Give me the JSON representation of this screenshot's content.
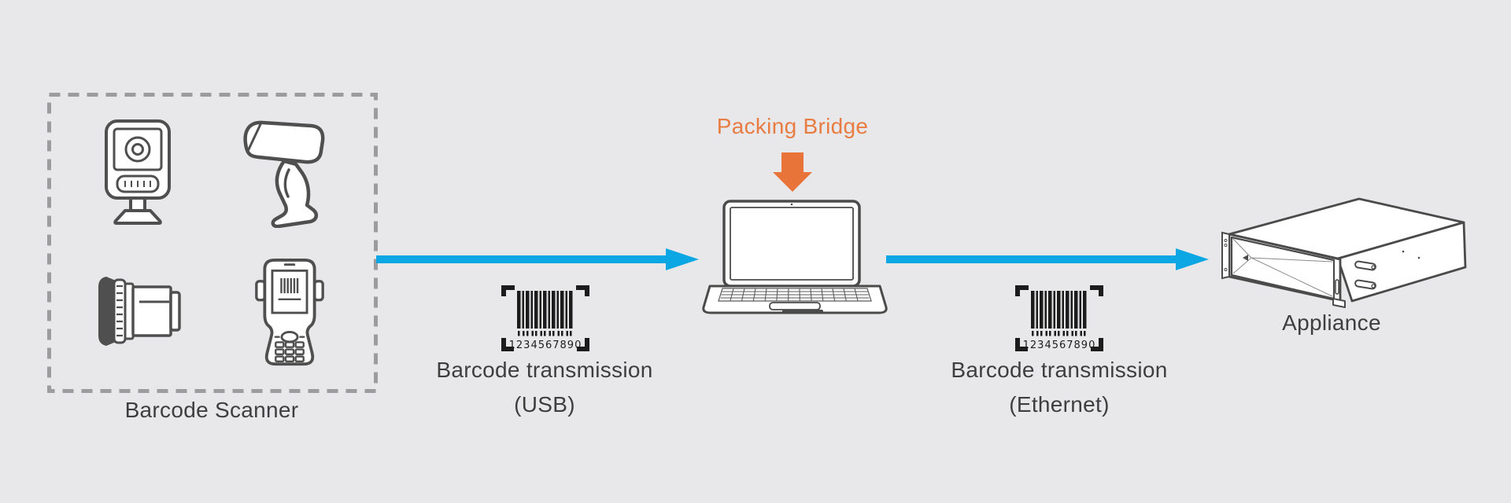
{
  "diagram": {
    "background_color": "#E8E8EA",
    "arrow_blue_color": "#0AA7E4",
    "arrow_orange_color": "#E8743A",
    "orange_text_color": "#E87C42",
    "scanner_group": {
      "label": "Barcode Scanner",
      "devices": [
        "fixed-mount-camera-scanner",
        "handheld-gun-scanner",
        "industrial-lens-scanner",
        "mobile-terminal-scanner"
      ]
    },
    "flow_usb": {
      "line1": "Barcode transmission",
      "line2": "(USB)",
      "barcode_digits": "1234567890"
    },
    "packing_bridge": {
      "label": "Packing Bridge"
    },
    "flow_ethernet": {
      "line1": "Barcode transmission",
      "line2": "(Ethernet)",
      "barcode_digits": "1234567890"
    },
    "appliance": {
      "label": "Appliance"
    }
  }
}
